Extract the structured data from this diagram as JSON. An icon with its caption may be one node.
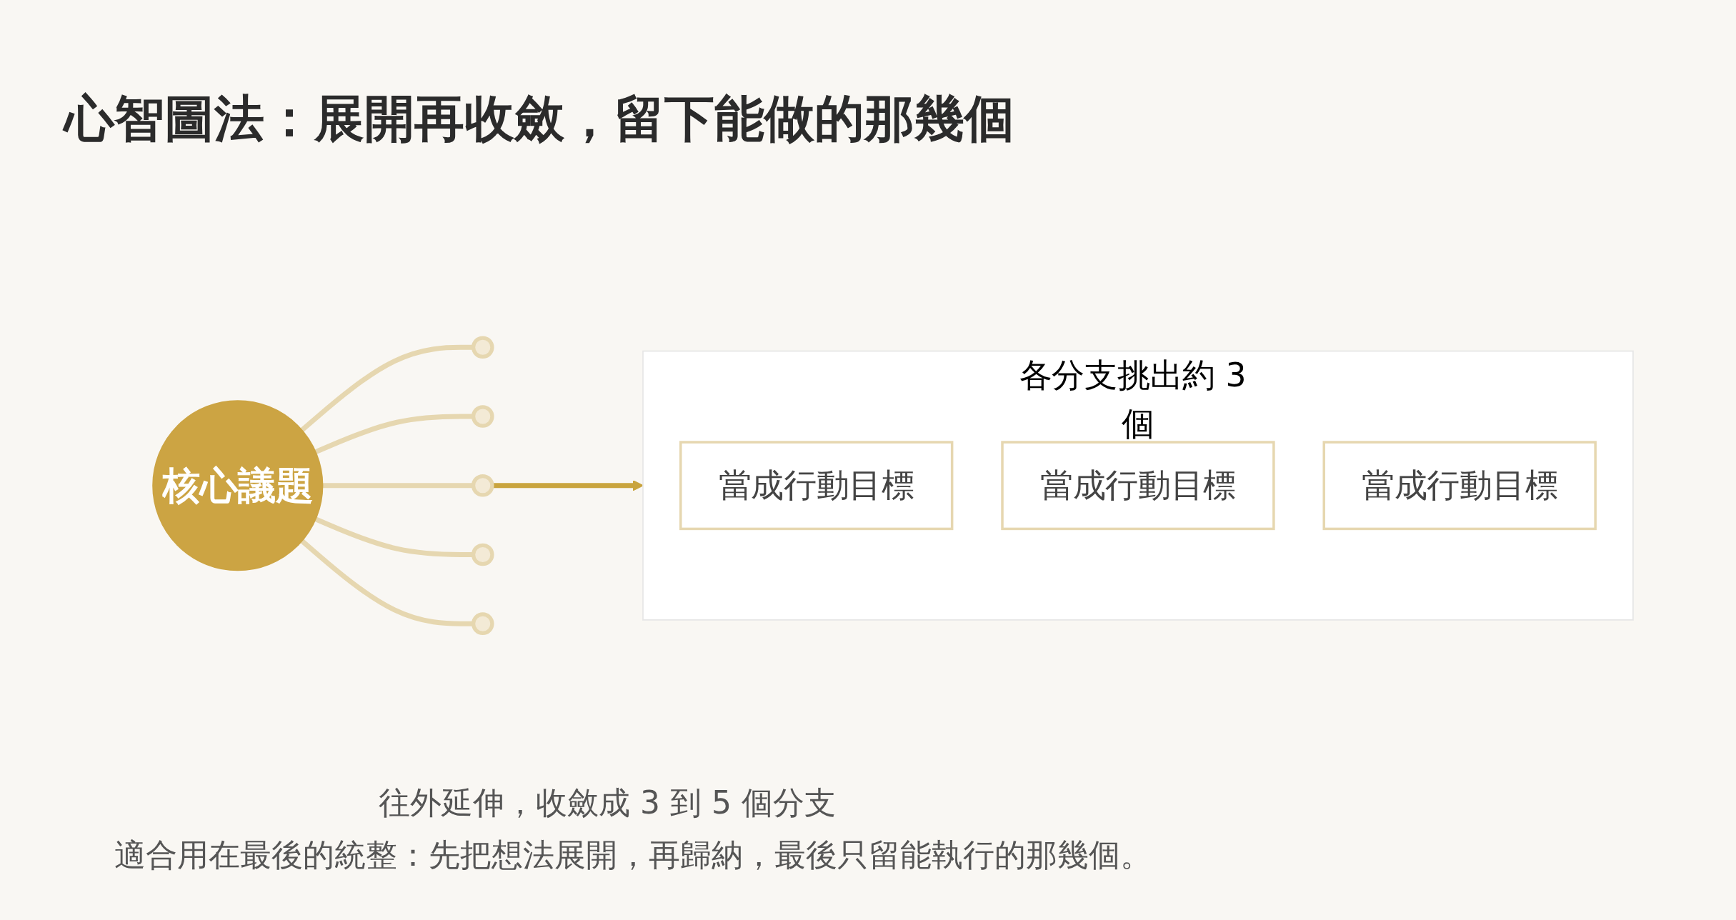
{
  "diagram": {
    "title": "心智圖法：展開再收斂，留下能做的那幾個",
    "nodes": [
      {
        "text": [
          "核心議題"
        ]
      },
      {
        "text": [],
        "shape": "circle"
      },
      {
        "text": [],
        "shape": "circle"
      },
      {
        "text": [],
        "shape": "circle"
      },
      {
        "text": [],
        "shape": "circle"
      },
      {
        "text": [],
        "shape": "circle"
      },
      {
        "text": [
          "各分支挑出約 3 個"
        ]
      },
      {
        "text": [
          "當成行動目標"
        ],
        "in": 6
      },
      {
        "text": [
          "當成行動目標"
        ],
        "in": 6
      },
      {
        "text": [
          "當成行動目標"
        ],
        "in": 6
      }
    ],
    "edges": [
      {
        "from": 0,
        "to": 1,
        "arrow": "none"
      },
      {
        "from": 0,
        "to": 2,
        "arrow": "none"
      },
      {
        "from": 0,
        "to": 3,
        "arrow": "none"
      },
      {
        "from": 0,
        "to": 4,
        "arrow": "none"
      },
      {
        "from": 0,
        "to": 5,
        "arrow": "none"
      },
      {
        "from": 3,
        "to": 6,
        "arrow": "to",
        "color": "#c9a43e"
      }
    ],
    "labels": [
      "往外延伸，收斂成 3 到 5 個分支"
    ],
    "caption": "適合用在最後的統整：先把想法展開，再歸納，最後只留能執行的那幾個。"
  }
}
